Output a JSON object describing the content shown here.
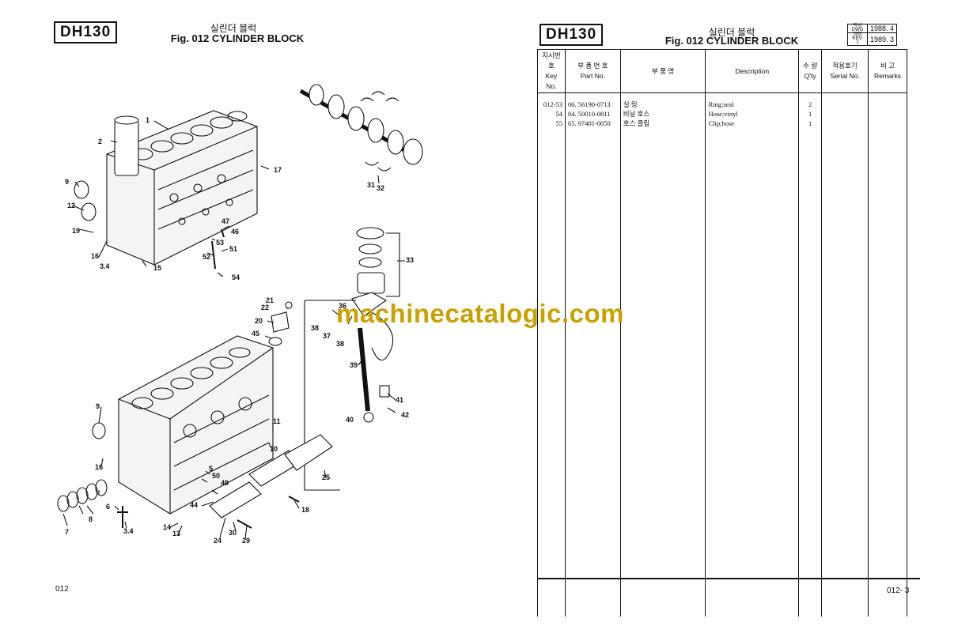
{
  "left_page": {
    "model": "DH130",
    "title_ko": "실린더 블럭",
    "title_en": "Fig. 012  CYLINDER BLOCK",
    "page_number": "012",
    "callouts": [
      "1",
      "2",
      "3.4",
      "5",
      "6",
      "7",
      "8",
      "9",
      "10",
      "11",
      "12",
      "13",
      "14",
      "15",
      "16",
      "17",
      "18",
      "19",
      "20",
      "21",
      "22",
      "24",
      "25",
      "29",
      "30",
      "31",
      "32",
      "33",
      "36",
      "37",
      "38",
      "39",
      "40",
      "41",
      "42",
      "44",
      "45",
      "46",
      "47",
      "49",
      "50",
      "51",
      "52",
      "53",
      "54"
    ]
  },
  "right_page": {
    "model": "DH130",
    "title_ko": "실린더 블럭",
    "title_en": "Fig. 012  CYLINDER BLOCK",
    "dwg": {
      "label1": "작성 DWG",
      "value1": "1988. 4",
      "label2": "개정 REV.",
      "label2b": "1",
      "value2": "1989. 3"
    },
    "table": {
      "headers": [
        {
          "ko": "지시번호",
          "en": "Key No."
        },
        {
          "ko": "부 품 번 호",
          "en": "Part No."
        },
        {
          "ko": "부   품   명",
          "en": ""
        },
        {
          "ko": "Description",
          "en": ""
        },
        {
          "ko": "수 량",
          "en": "Q'ty"
        },
        {
          "ko": "적용호기",
          "en": "Serial No."
        },
        {
          "ko": "비   고",
          "en": "Remarks"
        }
      ],
      "rows": [
        {
          "key": "012-53",
          "part": "06. 56190-0713",
          "name": "실 링",
          "desc": "Ring;seal",
          "qty": "2",
          "serial": "",
          "remarks": ""
        },
        {
          "key": "54",
          "part": "04. 50010-0811",
          "name": "비닐 호스",
          "desc": "Hose;vinyl",
          "qty": "1",
          "serial": "",
          "remarks": ""
        },
        {
          "key": "55",
          "part": "65. 97401-0050",
          "name": "호스 클립",
          "desc": "Clip;hose",
          "qty": "1",
          "serial": "",
          "remarks": ""
        }
      ]
    },
    "page_number": "012- 3"
  },
  "watermark": "machinecatalogic.com"
}
